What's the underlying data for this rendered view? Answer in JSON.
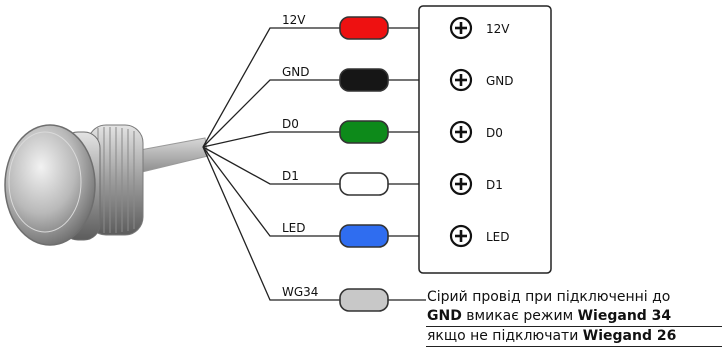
{
  "wires": [
    {
      "label": "12V",
      "color": "#ee1111"
    },
    {
      "label": "GND",
      "color": "#161616"
    },
    {
      "label": "D0",
      "color": "#0d8a1a"
    },
    {
      "label": "D1",
      "color": "#ffffff"
    },
    {
      "label": "LED",
      "color": "#2f6df0"
    },
    {
      "label": "WG34",
      "color": "#c8c8c8"
    }
  ],
  "terminals": [
    {
      "label": "12V",
      "icon": "plus-circle-icon"
    },
    {
      "label": "GND",
      "icon": "plus-circle-icon"
    },
    {
      "label": "D0",
      "icon": "plus-circle-icon"
    },
    {
      "label": "D1",
      "icon": "plus-circle-icon"
    },
    {
      "label": "LED",
      "icon": "plus-circle-icon"
    }
  ],
  "note": {
    "line1": "Сірий провід при підключенні до",
    "line2_bold1": "GND",
    "line2_text": " вмикає режим ",
    "line2_bold2": "Wiegand 34",
    "line3_text": "якщо не підключати ",
    "line3_bold": "Wiegand 26"
  },
  "button_icon": "metal-push-button-icon"
}
